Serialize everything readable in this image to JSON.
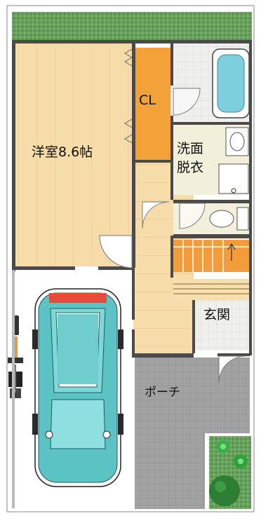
{
  "rooms": {
    "western": "洋室8.6帖",
    "closet": "CL",
    "washroom_line1": "洗面",
    "washroom_line2": "脱衣",
    "entrance": "玄関",
    "porch": "ポーチ"
  },
  "colors": {
    "wood_floor": "#f5dca8",
    "closet": "#f3a23a",
    "tile": "#eeeeec",
    "wash_floor": "#f2efdb",
    "porch_stone": "#9a9a9a",
    "grass": "#5a9a50",
    "car": "#5cc3c4",
    "wall": "#4a4a4a"
  },
  "icons": [
    "car-icon",
    "bicycle-icon",
    "bathtub-icon",
    "toilet-icon",
    "washbasin-icon",
    "shrub-icon",
    "stairs-icon"
  ]
}
